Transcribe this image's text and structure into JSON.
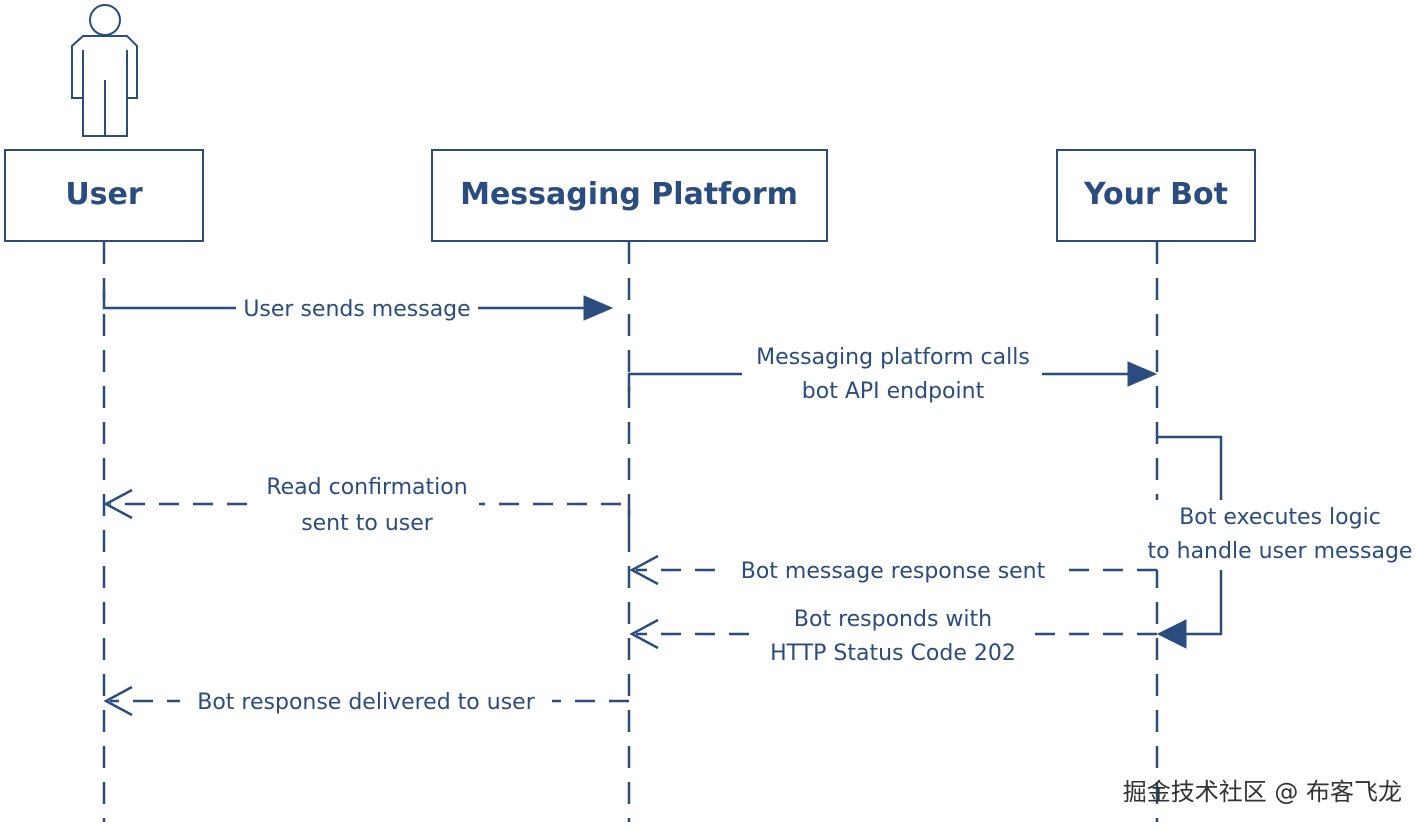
{
  "participants": {
    "user": "User",
    "platform": "Messaging Platform",
    "bot": "Your Bot"
  },
  "messages": {
    "m1": "User sends message",
    "m2_line1": "Messaging platform calls",
    "m2_line2": "bot API endpoint",
    "m3_line1": "Read confirmation",
    "m3_line2": "sent to user",
    "m4_line1": "Bot executes logic",
    "m4_line2": "to handle user message",
    "m5": "Bot message response sent",
    "m6_line1": "Bot responds with",
    "m6_line2": "HTTP Status Code 202",
    "m7": "Bot response delivered to user"
  },
  "icons": {
    "actor": "person-icon"
  },
  "colors": {
    "accent": "#2b4c7e"
  },
  "watermark": "掘金技术社区 @ 布客飞龙"
}
